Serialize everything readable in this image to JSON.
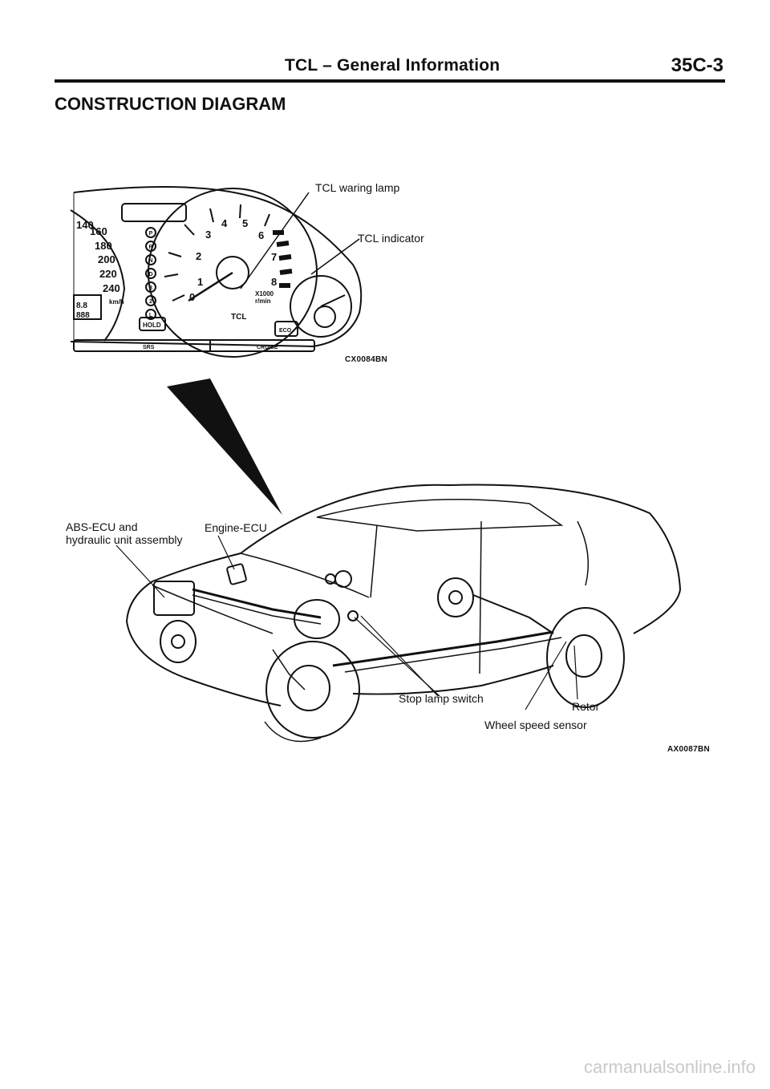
{
  "header": {
    "title": "TCL  –  General Information",
    "page": "35C-3"
  },
  "section_title": "CONSTRUCTION DIAGRAM",
  "cluster_figure": {
    "labels": {
      "tcl_warning_lamp": "TCL waring lamp",
      "tcl_indicator": "TCL indicator"
    },
    "code": "CX0084BN",
    "speedometer_ticks": [
      "140",
      "160",
      "180",
      "200",
      "220",
      "240"
    ],
    "speed_unit": "km/h",
    "tachometer_ticks": [
      "0",
      "1",
      "2",
      "3",
      "4",
      "5",
      "6",
      "7",
      "8"
    ],
    "tach_unit_line1": "X1000",
    "tach_unit_line2": "r/min",
    "tcl_text": "TCL",
    "hold_text": "HOLD",
    "eco_text": "ECO",
    "cruise_text": "CRUISE",
    "srs_text": "SRS",
    "gear_letters": [
      "P",
      "R",
      "N",
      "D",
      "3",
      "2",
      "L"
    ],
    "odo_text_1": "8.8",
    "odo_text_2": "888"
  },
  "car_figure": {
    "labels": {
      "abs_ecu": "ABS-ECU and\nhydraulic unit assembly",
      "engine_ecu": "Engine-ECU",
      "stop_lamp_switch": "Stop lamp switch",
      "rotor": "Rotor",
      "wheel_speed_sensor": "Wheel speed sensor"
    },
    "code": "AX0087BN"
  },
  "watermark": "carmanualsonline.info"
}
